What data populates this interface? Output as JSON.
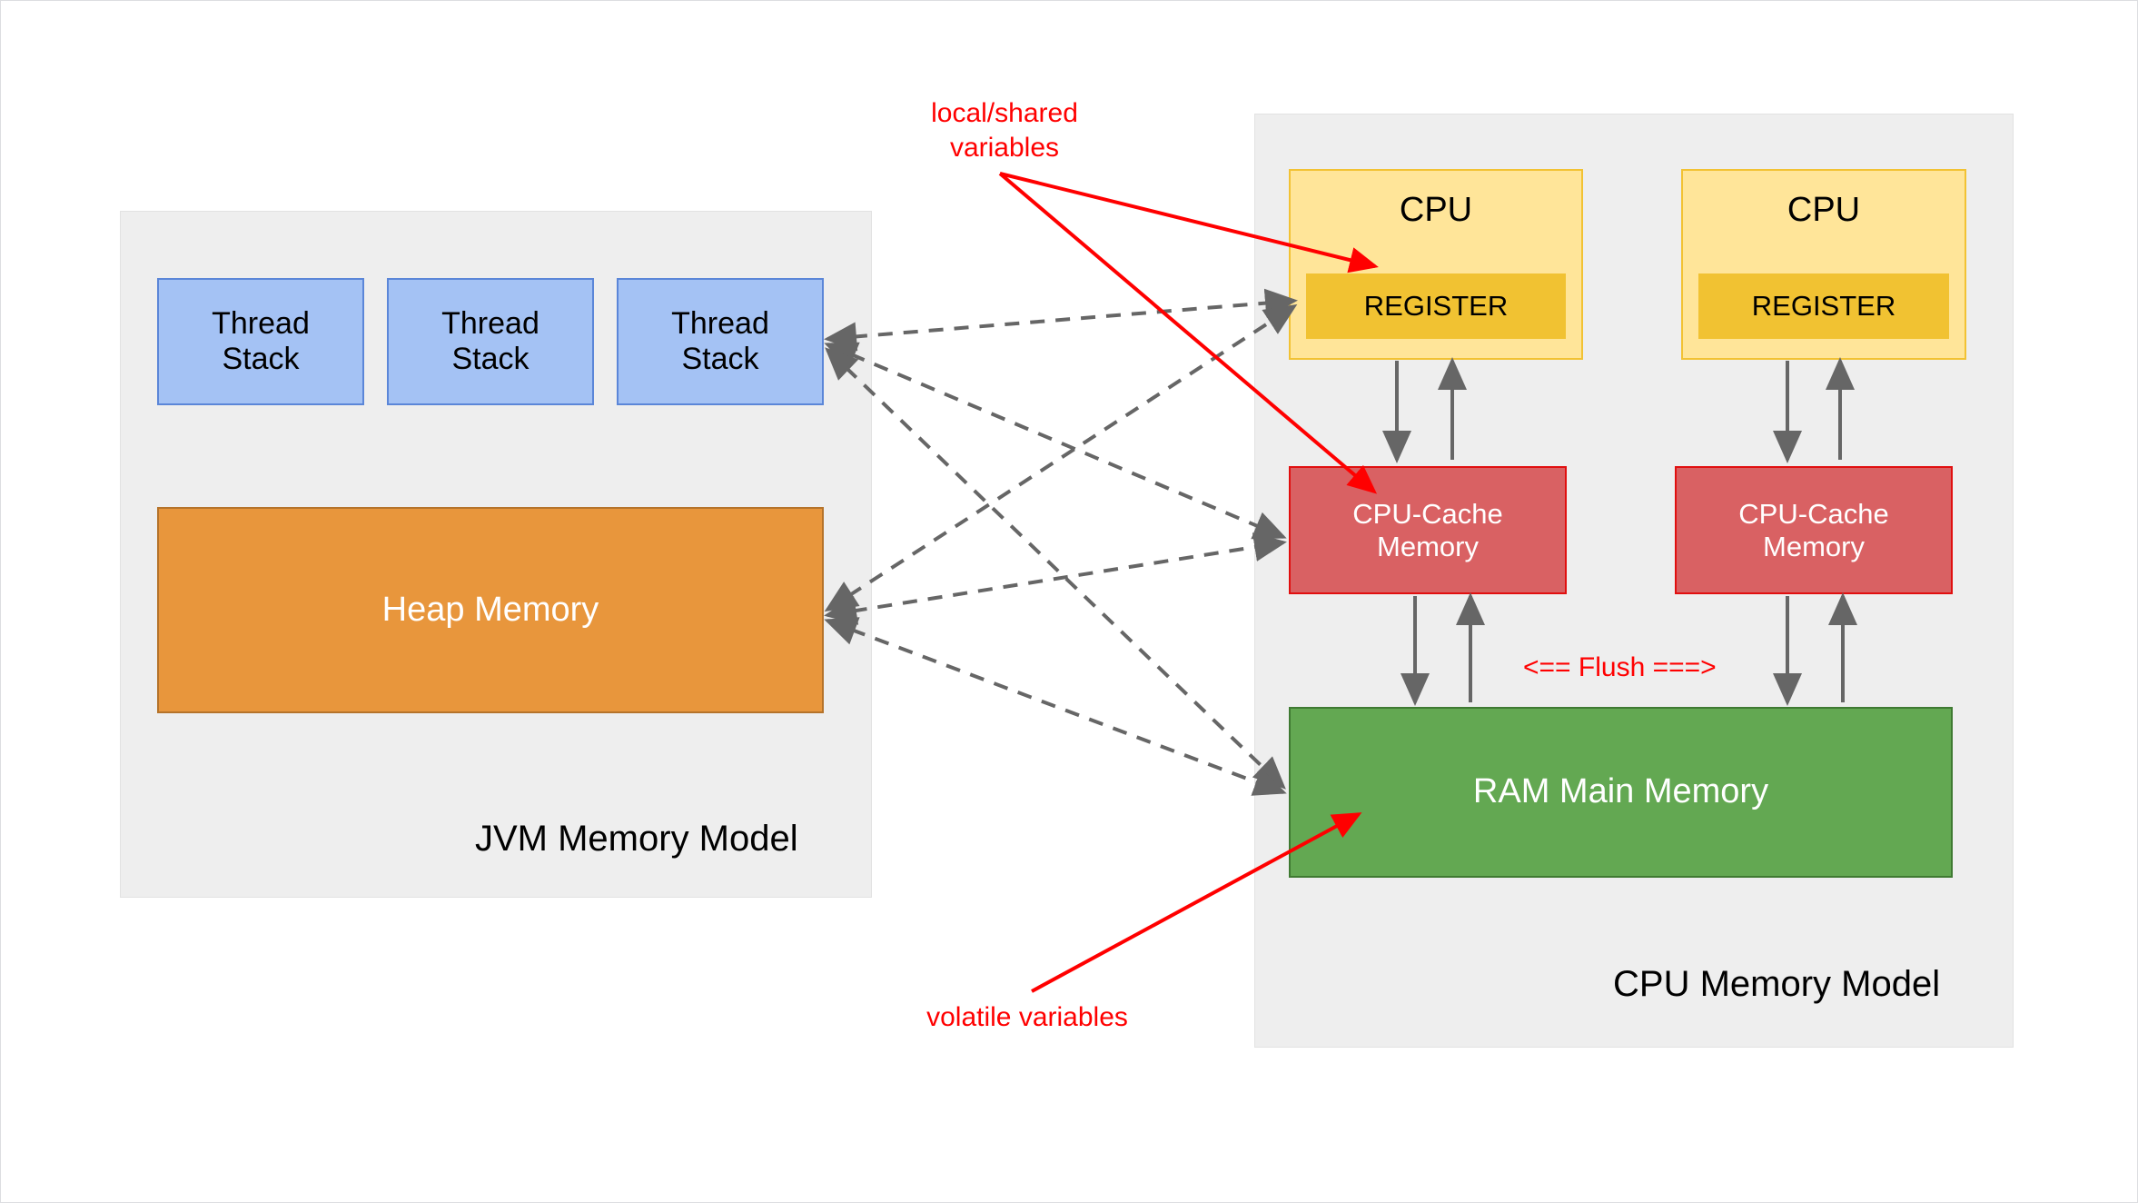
{
  "diagram": {
    "title_kind": "java-memory-model-diagram",
    "colors": {
      "panel_bg": "#eeeeee",
      "thread_stack_fill": "#a4c2f4",
      "thread_stack_stroke": "#5b86d8",
      "heap_fill": "#e8963c",
      "cpu_fill": "#ffe599",
      "register_fill": "#f1c232",
      "cache_fill": "#d96163",
      "cache_stroke": "#e10f0f",
      "ram_fill": "#63a852",
      "annotation_red": "#ff0000",
      "dashed_arrow": "#666666"
    }
  },
  "jvm_panel": {
    "label": "JVM Memory Model",
    "thread_stacks": [
      {
        "label": "Thread\nStack"
      },
      {
        "label": "Thread\nStack"
      },
      {
        "label": "Thread\nStack"
      }
    ],
    "heap": {
      "label": "Heap Memory"
    }
  },
  "cpu_panel": {
    "label": "CPU Memory Model",
    "cpus": [
      {
        "title": "CPU",
        "register": "REGISTER",
        "cache": "CPU-Cache\nMemory"
      },
      {
        "title": "CPU",
        "register": "REGISTER",
        "cache": "CPU-Cache\nMemory"
      }
    ],
    "ram": {
      "label": "RAM Main Memory"
    },
    "flush": {
      "label": "<== Flush ===>"
    }
  },
  "annotations": [
    {
      "id": "local-shared",
      "label": "local/shared\nvariables"
    },
    {
      "id": "volatile",
      "label": "volatile variables"
    }
  ]
}
